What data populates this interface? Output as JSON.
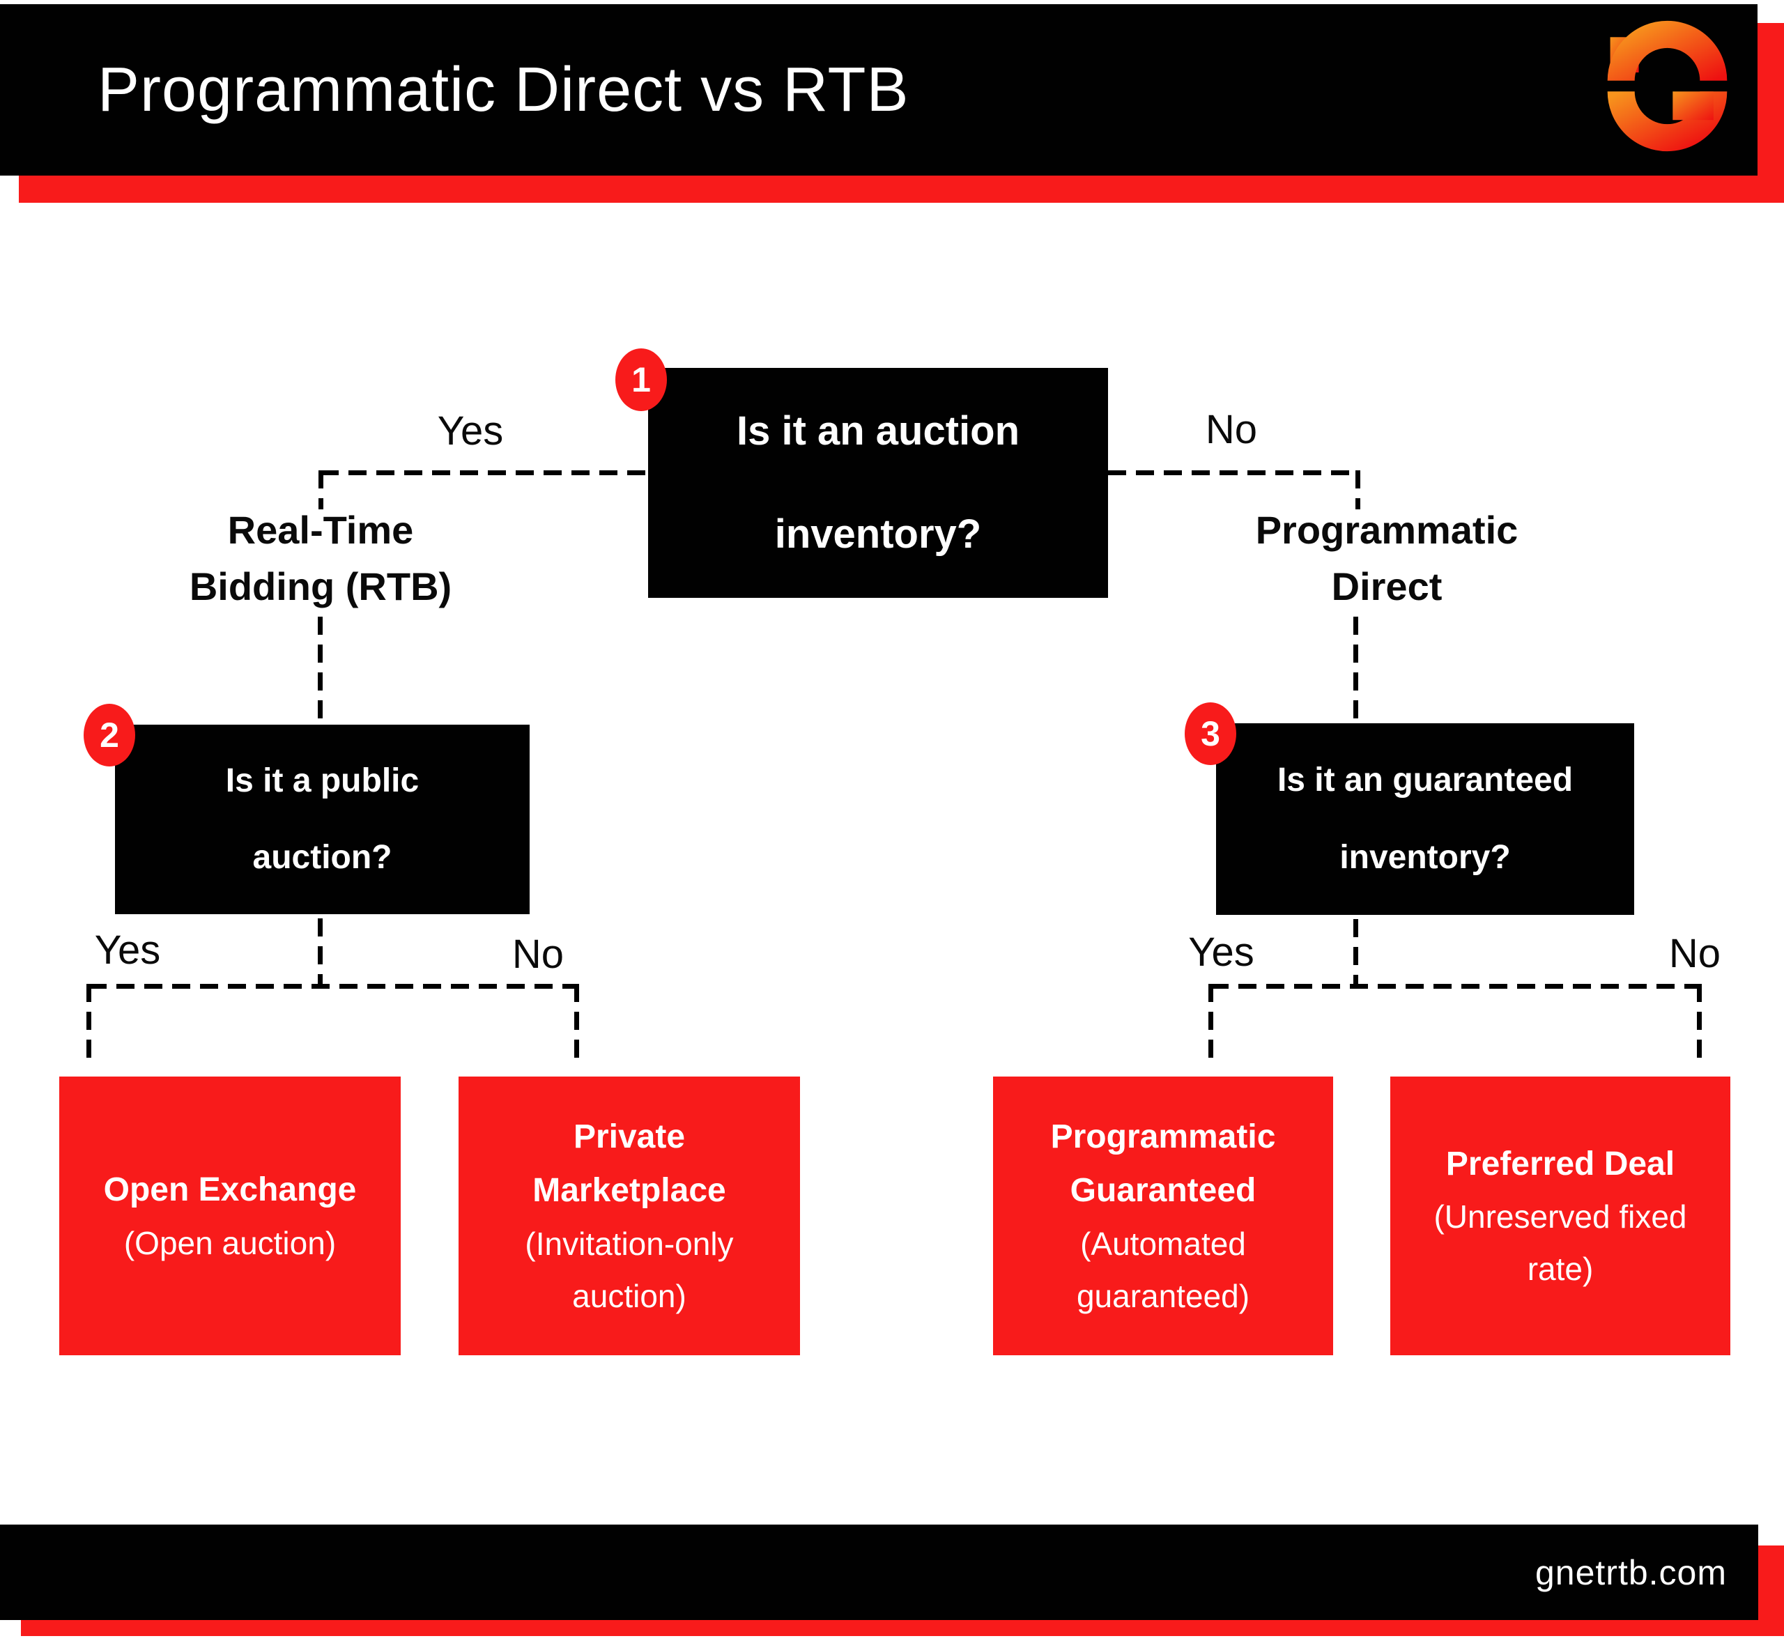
{
  "header": {
    "title": "Programmatic Direct vs RTB"
  },
  "footer": {
    "site": "gnetrtb.com"
  },
  "colors": {
    "accent_red": "#f81b1b",
    "bar_black": "#010101",
    "logo_gradient_start": "#f7941d",
    "logo_gradient_end": "#ee1111",
    "text_white": "#ffffff",
    "text_black": "#0a0a0a"
  },
  "icons": {
    "brand_logo": "g-arrows-logo"
  },
  "nodes": {
    "n1": {
      "badge": "1",
      "lines": [
        "Is it an auction",
        "inventory?"
      ]
    },
    "n2": {
      "badge": "2",
      "lines": [
        "Is it a public",
        "auction?"
      ]
    },
    "n3": {
      "badge": "3",
      "lines": [
        "Is it an guaranteed",
        "inventory?"
      ]
    }
  },
  "branches": {
    "n1_yes": "Yes",
    "n1_no": "No",
    "rtb_label": [
      "Real-Time",
      "Bidding (RTB)"
    ],
    "direct_label": [
      "Programmatic",
      "Direct"
    ],
    "n2_yes": "Yes",
    "n2_no": "No",
    "n3_yes": "Yes",
    "n3_no": "No"
  },
  "results": {
    "open_exchange": {
      "title": "Open Exchange",
      "subtitle": "(Open auction)"
    },
    "private_marketplace": {
      "title": "Private Marketplace",
      "subtitle": "(Invitation-only auction)"
    },
    "programmatic_guaranteed": {
      "title": "Programmatic Guaranteed",
      "subtitle": "(Automated guaranteed)"
    },
    "preferred_deal": {
      "title": "Preferred Deal",
      "subtitle": "(Unreserved fixed rate)"
    }
  }
}
